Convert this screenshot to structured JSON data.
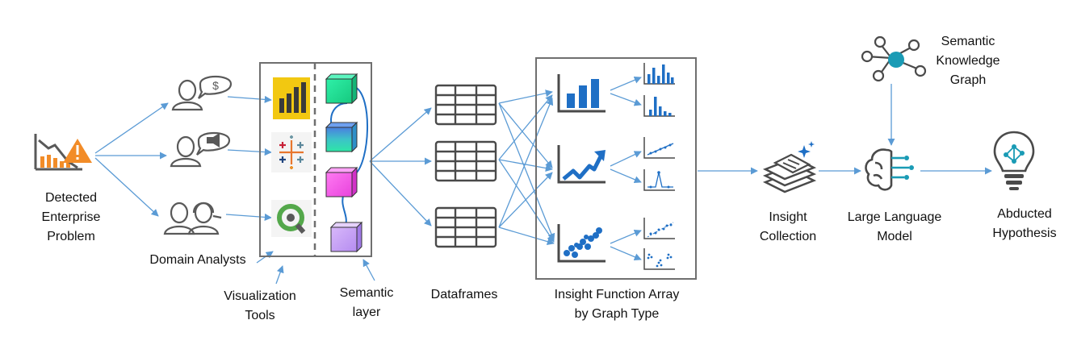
{
  "labels": {
    "detected_problem": [
      "Detected",
      "Enterprise",
      "Problem"
    ],
    "domain_analysts": "Domain Analysts",
    "visualization_tools": [
      "Visualization",
      "Tools"
    ],
    "semantic_layer": [
      "Semantic",
      "layer"
    ],
    "dataframes": "Dataframes",
    "insight_function_array": [
      "Insight Function Array",
      "by Graph Type"
    ],
    "insight_collection": [
      "Insight",
      "Collection"
    ],
    "large_language_model": [
      "Large Language",
      "Model"
    ],
    "abducted_hypothesis": [
      "Abducted",
      "Hypothesis"
    ],
    "semantic_knowledge_graph": [
      "Semantic",
      "Knowledge",
      "Graph"
    ]
  },
  "colors": {
    "arrow": "#5b9bd5",
    "icon_gray": "#595959",
    "chart_blue": "#1f6fc5",
    "alert_orange": "#f28c28",
    "powerbi_yellow": "#f2c811",
    "qlik_green": "#54a84b",
    "kg_teal": "#1a9bb5",
    "box_border": "#6f6f6f",
    "cube_green": "#22e39a",
    "cube_blue_green": "#3ab0d8",
    "cube_magenta": "#ff66ee",
    "cube_lavender": "#c9a2f5"
  },
  "icons": {
    "problem": "declining-chart-alert-icon",
    "analyst_finance": "analyst-dollar-speech-icon",
    "analyst_marketing": "analyst-megaphone-speech-icon",
    "analyst_support": "analyst-pair-headset-icon",
    "tool_1": "power-bi-logo",
    "tool_2": "tableau-logo",
    "tool_3": "qlik-logo",
    "semantic_cubes": "cube-icon",
    "dataframe": "table-grid-icon",
    "bar_chart": "bar-chart-icon",
    "trend_chart": "trend-line-icon",
    "scatter_chart": "scatter-plot-icon",
    "insight_collection": "document-stack-sparkle-icon",
    "llm": "brain-circuit-icon",
    "hypothesis": "lightbulb-network-icon",
    "knowledge_graph": "knowledge-graph-icon"
  }
}
